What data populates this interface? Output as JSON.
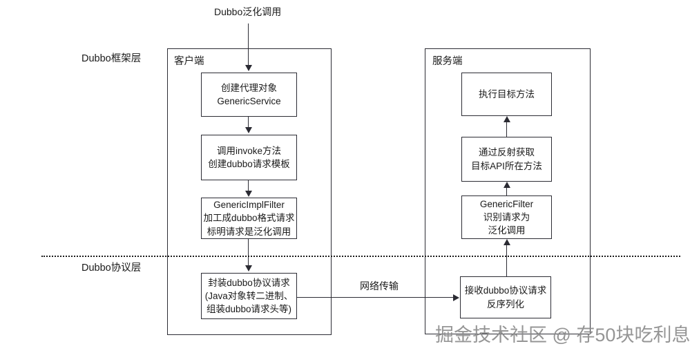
{
  "diagram": {
    "entry_label": "Dubbo泛化调用",
    "network_label": "网络传输",
    "watermark": "掘金技术社区 @ 存50块吃利息",
    "layers": [
      {
        "id": "framework",
        "label": "Dubbo框架层"
      },
      {
        "id": "protocol",
        "label": "Dubbo协议层"
      }
    ],
    "regions": [
      {
        "id": "client",
        "title": "客户端"
      },
      {
        "id": "server",
        "title": "服务端"
      }
    ],
    "client_nodes": [
      {
        "id": "create-proxy",
        "lines": [
          "创建代理对象",
          "GenericService"
        ]
      },
      {
        "id": "invoke-method",
        "lines": [
          "调用invoke方法",
          "创建dubbo请求模板"
        ]
      },
      {
        "id": "generic-impl-filter",
        "lines": [
          "GenericImplFilter",
          "加工成dubbo格式请求",
          "标明请求是泛化调用"
        ]
      },
      {
        "id": "encode-protocol",
        "lines": [
          "封装dubbo协议请求",
          "(Java对象转二进制、",
          "组装dubbo请求头等)"
        ]
      }
    ],
    "server_nodes": [
      {
        "id": "execute-target",
        "lines": [
          "执行目标方法"
        ]
      },
      {
        "id": "reflection-lookup",
        "lines": [
          "通过反射获取",
          "目标API所在方法"
        ]
      },
      {
        "id": "generic-filter",
        "lines": [
          "GenericFilter",
          "识别请求为",
          "泛化调用"
        ]
      },
      {
        "id": "receive-protocol",
        "lines": [
          "接收dubbo协议请求",
          "反序列化"
        ]
      }
    ],
    "colors": {
      "stroke": "#2b2b33",
      "text": "#1a1a1a",
      "watermark": "#8d8d8d",
      "background": "#ffffff"
    }
  }
}
